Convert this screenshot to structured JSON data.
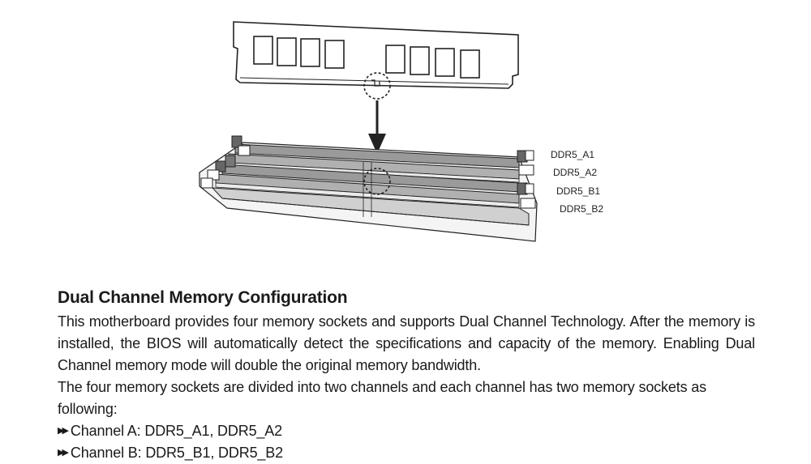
{
  "diagram": {
    "slot_labels": [
      "DDR5_A1",
      "DDR5_A2",
      "DDR5_B1",
      "DDR5_B2"
    ]
  },
  "section": {
    "title": "Dual Channel Memory Configuration",
    "paragraphs": [
      "This motherboard provides four memory sockets and supports Dual Channel Technology. After the memory is installed, the BIOS will automatically detect the specifications and capacity of the memory. Enabling Dual Channel memory mode will double the original memory bandwidth.",
      "The four memory sockets are divided into two channels and each channel has two memory sockets as following:"
    ],
    "bullets": [
      "Channel A: DDR5_A1, DDR5_A2",
      "Channel B: DDR5_B1, DDR5_B2"
    ]
  },
  "icons": {
    "bullet": "double-right-arrow-icon"
  }
}
